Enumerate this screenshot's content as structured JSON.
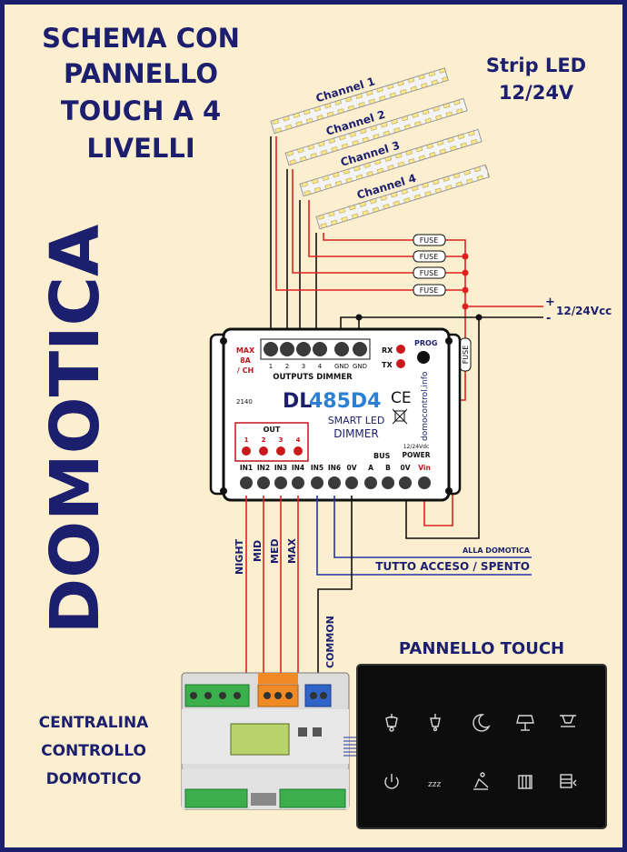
{
  "title": {
    "line1": "SCHEMA CON",
    "line2": "PANNELLO",
    "line3": "TOUCH A 4",
    "line4": "LIVELLI"
  },
  "side_title": "DOMOTICA",
  "strip": {
    "line1": "Strip LED",
    "line2": "12/24V"
  },
  "channels": [
    "Channel 1",
    "Channel 2",
    "Channel 3",
    "Channel 4"
  ],
  "fuse_label": "FUSE",
  "supply": {
    "plus": "+",
    "minus": "-",
    "label": "12/24Vcc"
  },
  "dimmer": {
    "max": {
      "line1": "MAX",
      "line2": "8A",
      "line3": "/ CH"
    },
    "terminals_top": [
      "1",
      "2",
      "3",
      "4",
      "GND",
      "GND"
    ],
    "outputs_label": "OUTPUTS DIMMER",
    "rx": "RX",
    "tx": "TX",
    "prog": "PROG",
    "code": "2140",
    "logo_dl": "DL",
    "logo_num": "485D4",
    "ce": "CE",
    "smart": "SMART LED",
    "dimmer_word": "DIMMER",
    "out_label": "OUT",
    "out_leds": [
      "1",
      "2",
      "3",
      "4"
    ],
    "brand": "domocontrol.info",
    "bus": "BUS",
    "power_v": "12/24Vdc",
    "power": "POWER",
    "bottom_terms": [
      "IN1",
      "IN2",
      "IN3",
      "IN4",
      "IN5",
      "IN6",
      "0V",
      "A",
      "B",
      "0V",
      "Vin"
    ]
  },
  "wires": {
    "night": "NIGHT",
    "mid": "MID",
    "med": "MED",
    "max": "MAX",
    "common": "COMMON"
  },
  "alla_domotica": "ALLA DOMOTICA",
  "tutto": "TUTTO  ACCESO / SPENTO",
  "panel_title": "PANNELLO TOUCH",
  "centralina": {
    "line1": "CENTRALINA",
    "line2": "CONTROLLO",
    "line3": "DOMOTICO"
  },
  "panel_icons": [
    "ceiling-lamp-icon",
    "ceiling-lamp-dim-icon",
    "moon-icon",
    "table-lamp-icon",
    "wall-lamp-icon",
    "power-icon",
    "sleep-icon",
    "person-relax-icon",
    "radiator-icon",
    "blinds-icon"
  ],
  "colors": {
    "background": "#fcefcf",
    "border": "#1b1f6e",
    "title": "#1b1f6e",
    "red_wire": "#e02020",
    "blue_wire": "#2434a8",
    "black_wire": "#111111",
    "panel": "#111111"
  }
}
